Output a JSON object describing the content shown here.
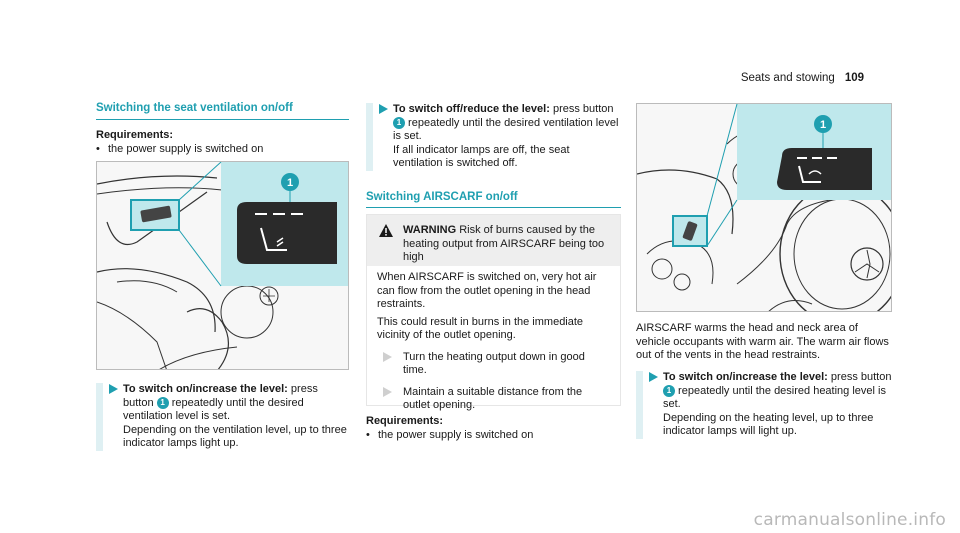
{
  "header": {
    "section": "Seats and stowing",
    "page": "109"
  },
  "col1": {
    "title": "Switching the seat ventilation on/off",
    "req_head": "Requirements:",
    "req_item": "the power supply is switched on",
    "callout": "1",
    "step_bold": "To switch on/increase the level:",
    "step_text1": " press button ",
    "step_text2": " repeatedly until the desired ventilation level is set.",
    "step_text3": "Depending on the ventilation level, up to three indicator lamps light up."
  },
  "col2": {
    "step_bold": "To switch off/reduce the level:",
    "step_text1": " press button ",
    "step_text2": " repeatedly until the desired ventilation level is set.",
    "step_text3": "If all indicator lamps are off, the seat ventilation is switched off.",
    "title": "Switching AIRSCARF on/off",
    "warning": {
      "label": "WARNING",
      "headline": " Risk of burns caused by the heating output from AIRSCARF being too high",
      "p1": "When AIRSCARF is switched on, very hot air can flow from the outlet opening in the head restraints.",
      "p2": "This could result in burns in the immediate vicinity of the outlet opening.",
      "step1": "Turn the heating output down in good time.",
      "step2": "Maintain a suitable distance from the outlet opening."
    },
    "req_head": "Requirements:",
    "req_item": "the power supply is switched on"
  },
  "col3": {
    "callout": "1",
    "desc": "AIRSCARF warms the head and neck area of vehicle occupants with warm air. The warm air flows out of the vents in the head restraints.",
    "step_bold": "To switch on/increase the level:",
    "step_text1": " press button ",
    "step_text2": " repeatedly until the desired heating level is set.",
    "step_text3": "Depending on the heating level, up to three indicator lamps will light up."
  },
  "colors": {
    "accent": "#1f9fb0",
    "highlight_panel": "#bfe8ec",
    "step_bar": "#dff0f3"
  },
  "watermark": "carmanualsonline.info"
}
